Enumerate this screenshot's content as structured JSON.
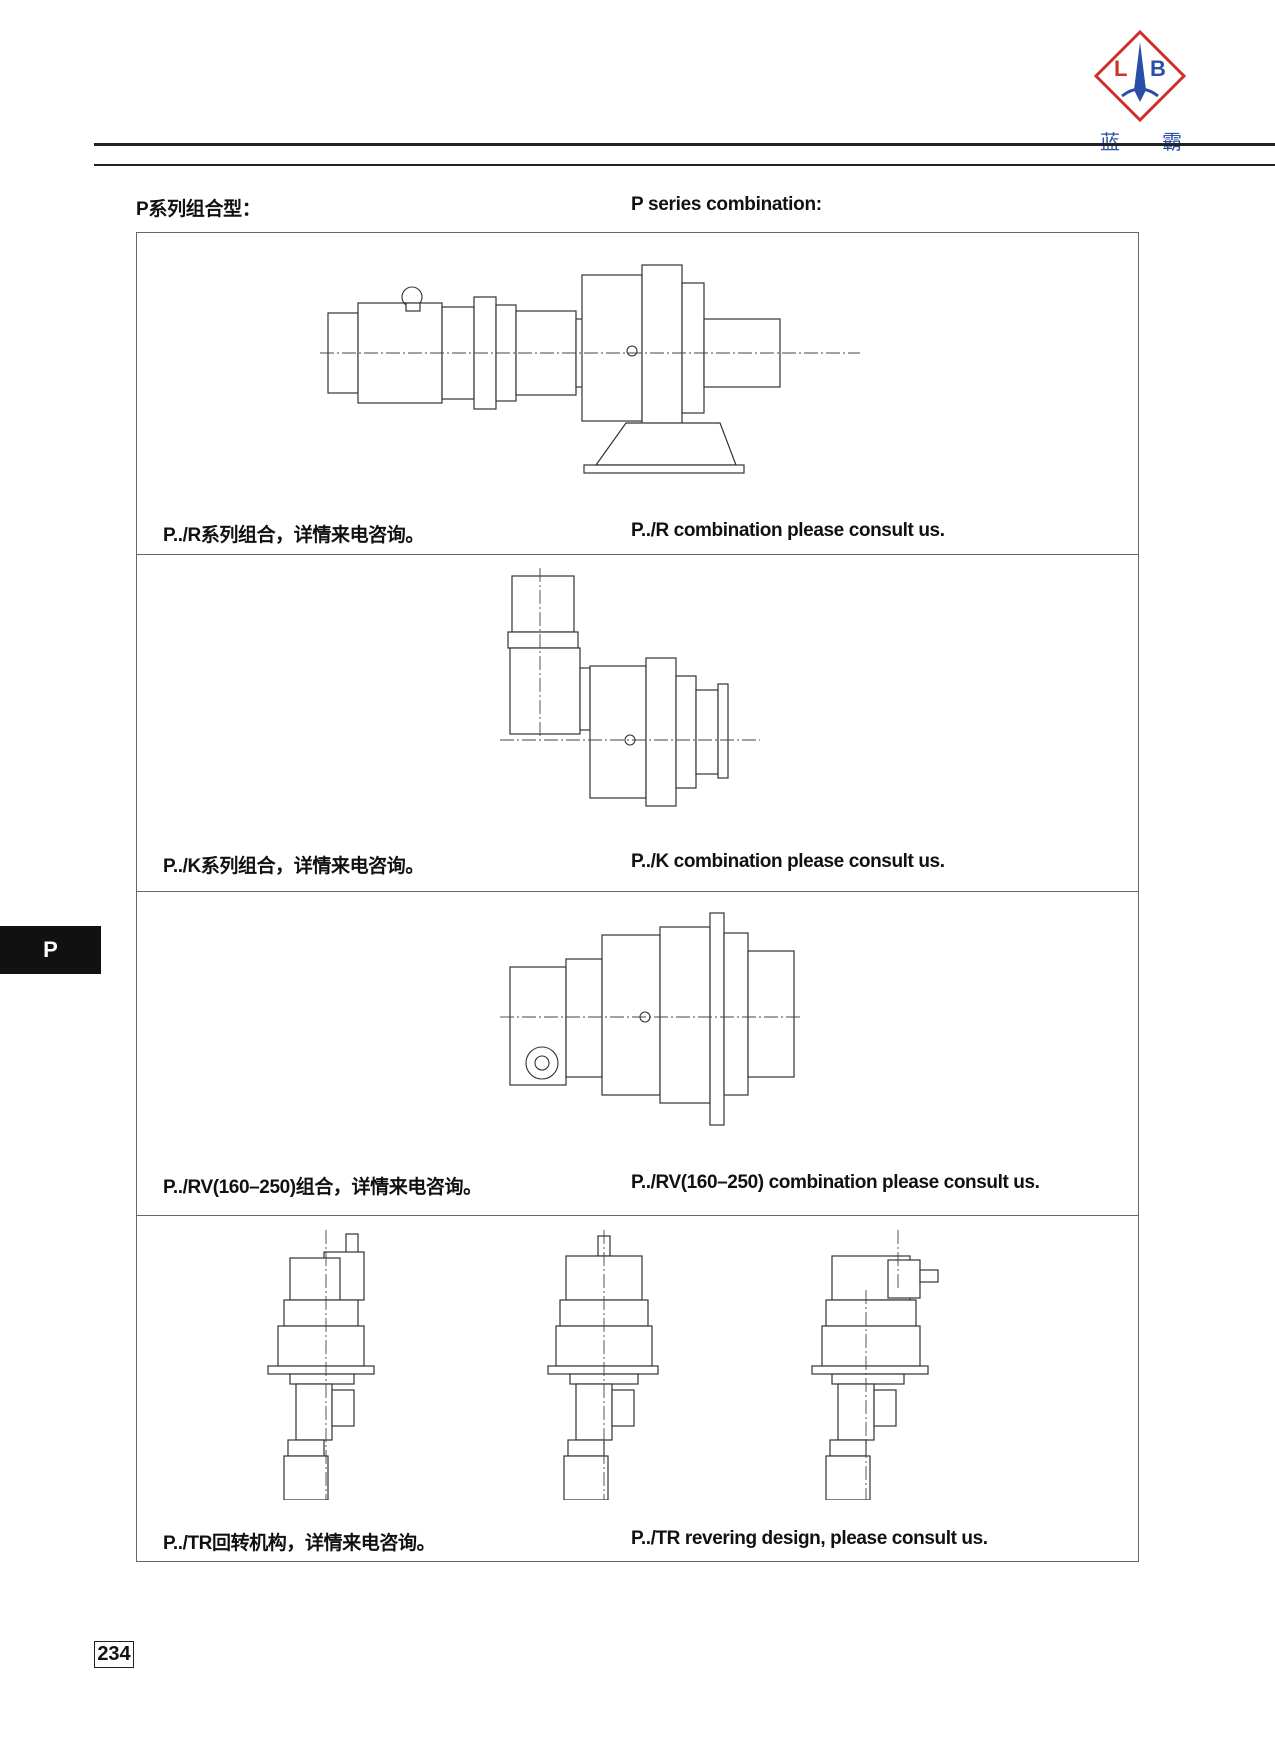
{
  "logo": {
    "letters": [
      "L",
      "B"
    ],
    "cn": [
      "蓝",
      "霸"
    ],
    "colors": {
      "blue": "#2a4fa8",
      "red": "#d0302a"
    }
  },
  "heading": {
    "cn": "P系列组合型：",
    "en": "P series combination:"
  },
  "sections": [
    {
      "cn": "P../R系列组合，详情来电咨询。",
      "en": "P../R combination please consult us."
    },
    {
      "cn": "P../K系列组合，详情来电咨询。",
      "en": "P../K combination please consult us."
    },
    {
      "cn": "P../RV(160–250)组合，详情来电咨询。",
      "en": "P../RV(160–250) combination please consult us."
    },
    {
      "cn": "P../TR回转机构，详情来电咨询。",
      "en": "P../TR revering design, please consult us."
    }
  ],
  "side_tab": "P",
  "page_number": "234"
}
